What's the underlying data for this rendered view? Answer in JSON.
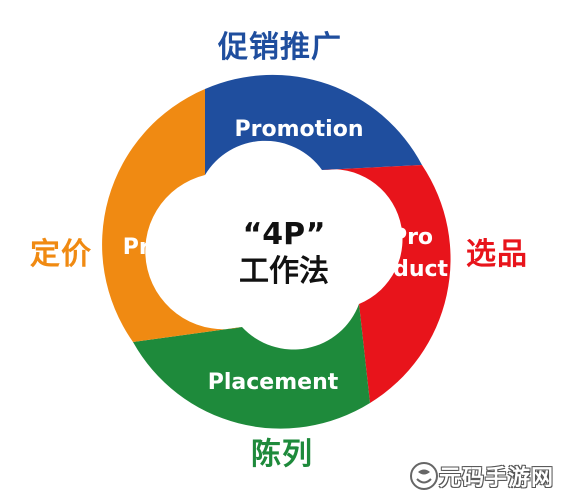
{
  "center": {
    "line1": "“4P”",
    "line2": "工作法"
  },
  "segments": {
    "promotion": {
      "label": "Promotion",
      "outer_label": "促销推广",
      "color": "#1F4E9E"
    },
    "product": {
      "label_line1": "Pro",
      "label_line2": "-duct",
      "outer_label": "选品",
      "color": "#E8141B"
    },
    "placement": {
      "label": "Placement",
      "outer_label": "陈列",
      "color": "#1E8A3B"
    },
    "price": {
      "label": "Price",
      "outer_label": "定价",
      "color": "#F08A12"
    }
  },
  "watermark": {
    "text": "元码手游网"
  }
}
